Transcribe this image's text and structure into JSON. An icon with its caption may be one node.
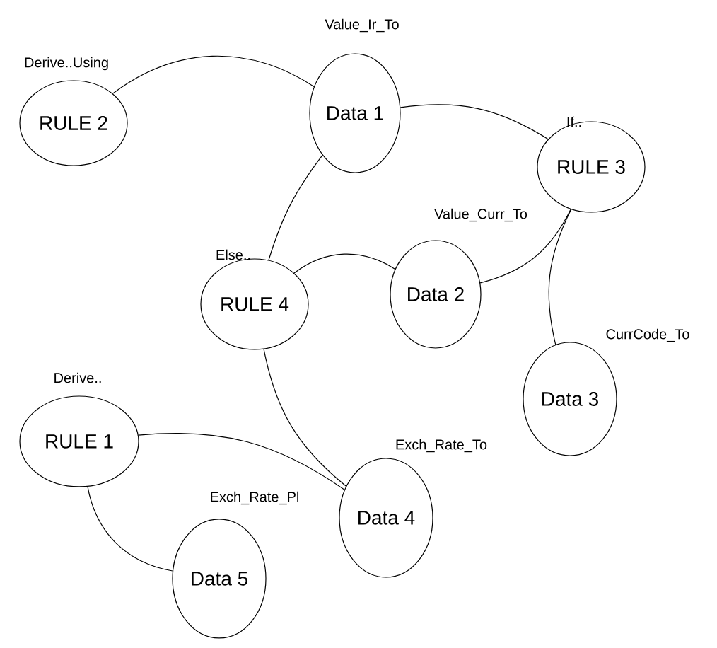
{
  "diagram": {
    "nodes": [
      {
        "text": [
          "RULE 2"
        ],
        "beside": [
          "Derive..Using"
        ]
      },
      {
        "text": [
          "Data 1"
        ],
        "beside": [
          "Value_Ir_To"
        ]
      },
      {
        "text": [
          "RULE 3"
        ],
        "beside": [
          "If.."
        ]
      },
      {
        "text": [
          "RULE 4"
        ],
        "beside": [
          "Else.."
        ]
      },
      {
        "text": [
          "Data 2"
        ],
        "beside": [
          "Value_Curr_To"
        ]
      },
      {
        "text": [
          "Data 3"
        ],
        "beside": [
          "CurrCode_To"
        ]
      },
      {
        "text": [
          "RULE 1"
        ],
        "beside": [
          "Derive.."
        ]
      },
      {
        "text": [
          "Data 4"
        ],
        "beside": [
          "Exch_Rate_To"
        ]
      },
      {
        "text": [
          "Data 5"
        ],
        "beside": [
          "Exch_Rate_Pl"
        ]
      }
    ],
    "edges": [
      {
        "from": 0,
        "to": 1,
        "arrow": "none"
      },
      {
        "from": 1,
        "to": 2,
        "arrow": "none"
      },
      {
        "from": 1,
        "to": 3,
        "arrow": "none"
      },
      {
        "from": 2,
        "to": 4,
        "arrow": "none"
      },
      {
        "from": 3,
        "to": 4,
        "arrow": "none"
      },
      {
        "from": 2,
        "to": 5,
        "arrow": "none"
      },
      {
        "from": 3,
        "to": 7,
        "arrow": "none"
      },
      {
        "from": 6,
        "to": 7,
        "arrow": "none"
      },
      {
        "from": 6,
        "to": 8,
        "arrow": "none"
      }
    ]
  }
}
